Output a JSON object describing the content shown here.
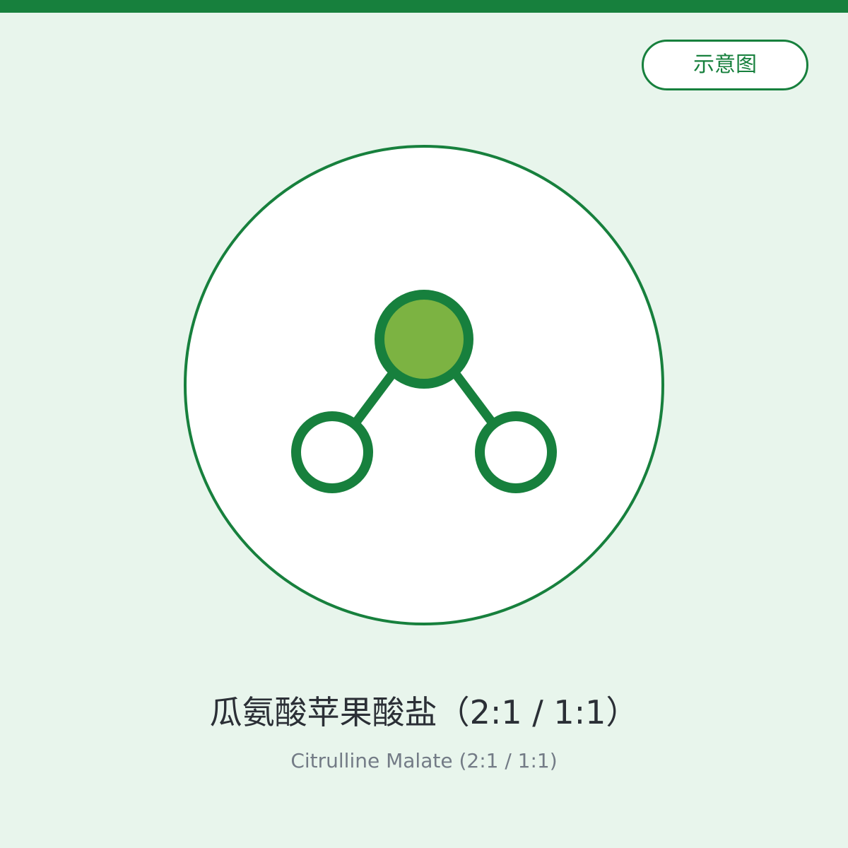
{
  "badge": {
    "label": "示意图"
  },
  "title": "瓜氨酸苹果酸盐（2:1 / 1:1）",
  "subtitle": "Citrulline Malate (2:1 / 1:1)",
  "icon": {
    "name": "molecule-icon"
  },
  "colors": {
    "background": "#e8f5ec",
    "accent": "#17803d",
    "node_fill": "#7cb342",
    "card": "#ffffff",
    "title_text": "#2b2f36",
    "subtitle_text": "#737b86"
  }
}
